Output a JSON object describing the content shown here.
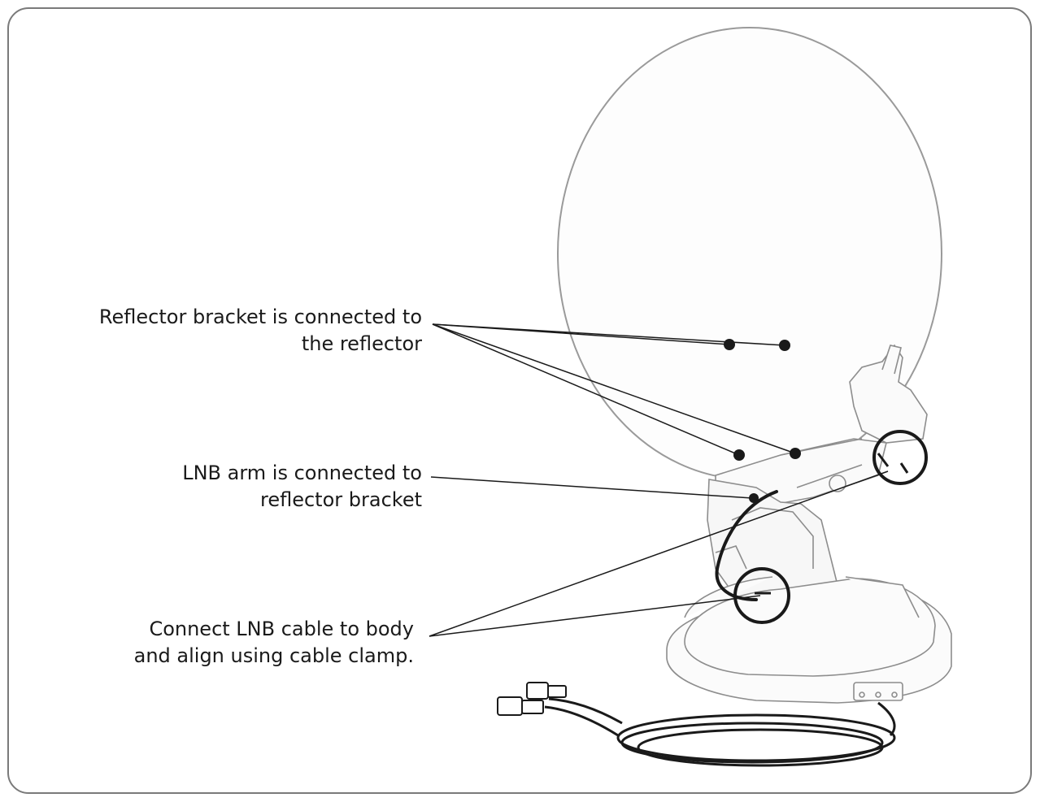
{
  "callouts": {
    "reflector_bracket": {
      "line1": "Reflector bracket is connected to",
      "line2": "the reflector"
    },
    "lnb_arm": {
      "line1": "LNB arm is connected to",
      "line2": "reflector bracket"
    },
    "lnb_cable": {
      "line1": "Connect LNB cable to body",
      "line2": "and align using cable clamp."
    }
  },
  "colors": {
    "frame": "#7a7a7a",
    "ink": "#1a1a1a",
    "sketch": "#9a9a9a"
  }
}
